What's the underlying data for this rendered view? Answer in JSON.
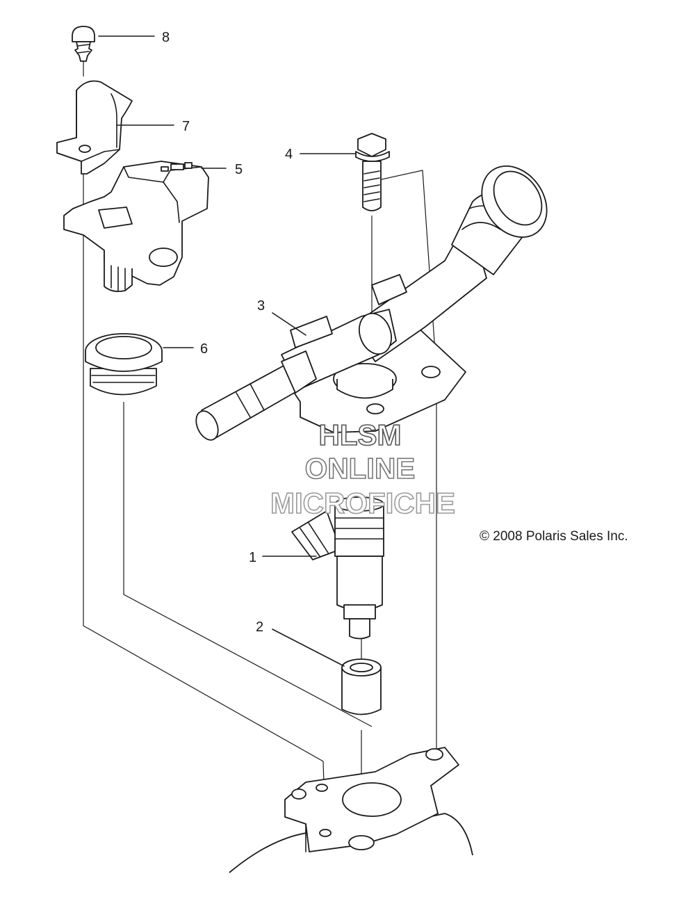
{
  "callouts": [
    {
      "id": "1",
      "label": "1"
    },
    {
      "id": "2",
      "label": "2"
    },
    {
      "id": "3",
      "label": "3"
    },
    {
      "id": "4",
      "label": "4"
    },
    {
      "id": "5",
      "label": "5"
    },
    {
      "id": "6",
      "label": "6"
    },
    {
      "id": "7",
      "label": "7"
    },
    {
      "id": "8",
      "label": "8"
    }
  ],
  "copyright": "© 2008 Polaris Sales Inc.",
  "watermark": {
    "line1": "HLSM",
    "line2": "ONLINE",
    "line3": "MICROFICHE"
  },
  "colors": {
    "ink": "#1a1a1a",
    "watermark_dark": "#555555",
    "watermark_light": "#9a9a9a",
    "background": "#ffffff"
  }
}
